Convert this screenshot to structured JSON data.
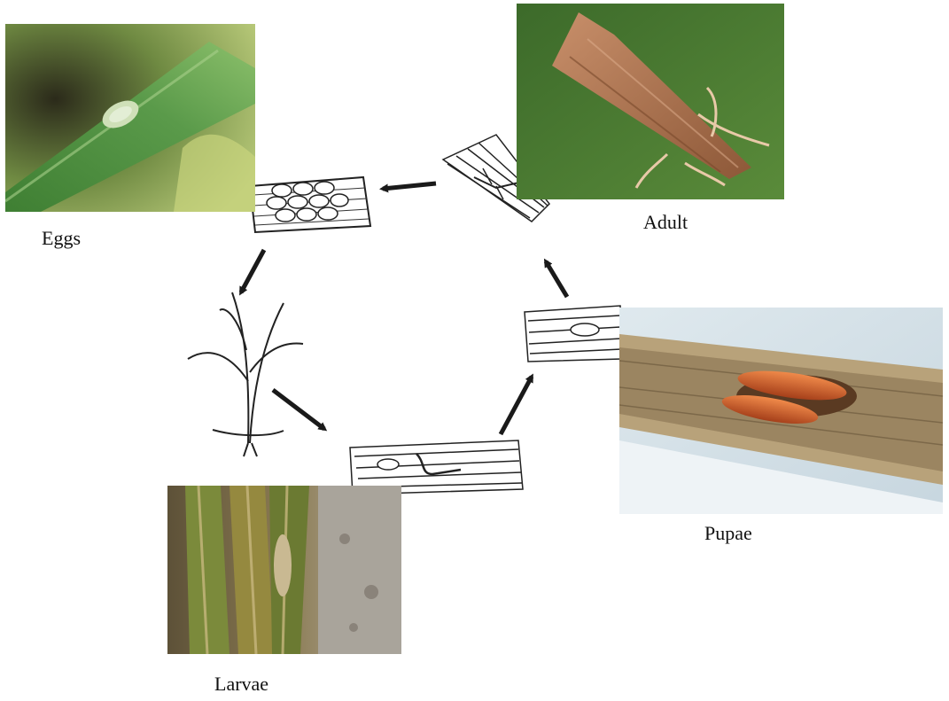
{
  "stages": {
    "eggs": {
      "label": "Eggs"
    },
    "adult": {
      "label": "Adult"
    },
    "pupae": {
      "label": "Pupae"
    },
    "larvae": {
      "label": "Larvae"
    }
  },
  "colors": {
    "leaf_green": "#4f8a3c",
    "moth_brown": "#a9704f",
    "pupa_orange": "#c8552a",
    "stem_tan": "#b0a071",
    "arrow": "#1a1a1a"
  }
}
